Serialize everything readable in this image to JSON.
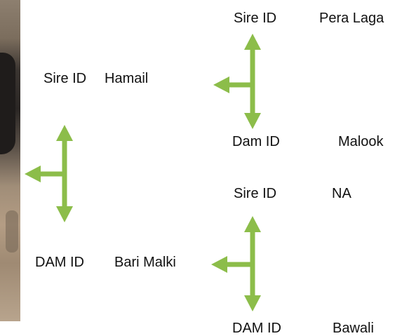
{
  "arrow_color": "#8cbd4a",
  "root": {
    "sire": {
      "label": "Sire ID",
      "value": "Hamail"
    },
    "dam": {
      "label": "DAM ID",
      "value": "Bari Malki"
    }
  },
  "sire_parents": {
    "sire": {
      "label": "Sire ID",
      "value": "Pera Laga"
    },
    "dam": {
      "label": "Dam ID",
      "value": "Malook"
    }
  },
  "dam_parents": {
    "sire": {
      "label": "Sire ID",
      "value": "NA"
    },
    "dam": {
      "label": "DAM ID",
      "value": "Bawali"
    }
  }
}
